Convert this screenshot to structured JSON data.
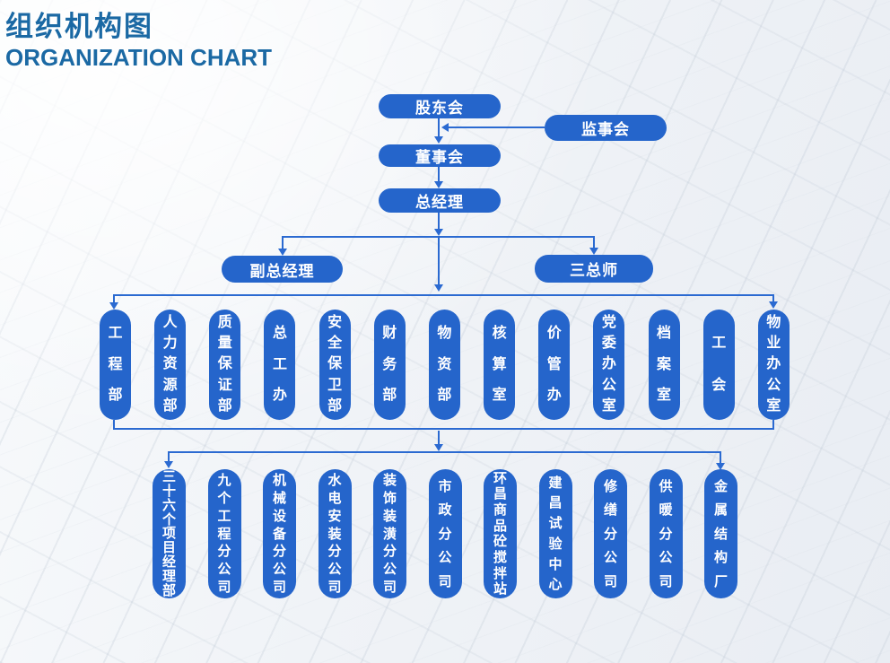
{
  "header": {
    "title_cn": "组织机构图",
    "title_en": "ORGANIZATION CHART"
  },
  "colors": {
    "node_blue": "#2565cb",
    "connector_blue": "#2b6ad1",
    "title_blue": "#1b69a4",
    "node_text": "#ffffff"
  },
  "org": {
    "shareholders": "股东会",
    "supervisors": "监事会",
    "board": "董事会",
    "general_manager": "总经理",
    "deputy_general_manager": "副总经理",
    "three_chief_engineers": "三总师",
    "departments": [
      "工程部",
      "人力资源部",
      "质量保证部",
      "总工办",
      "安全保卫部",
      "财务部",
      "物资部",
      "核算室",
      "价管办",
      "党委办公室",
      "档案室",
      "工会",
      "物业办公室"
    ],
    "subsidiaries": [
      "三十六个项目经理部",
      "九个工程分公司",
      "机械设备分公司",
      "水电安装分公司",
      "装饰装潢分公司",
      "市政分公司",
      "环昌商品砼搅拌站",
      "建昌试验中心",
      "修缮分公司",
      "供暖分公司",
      "金属结构厂"
    ]
  }
}
